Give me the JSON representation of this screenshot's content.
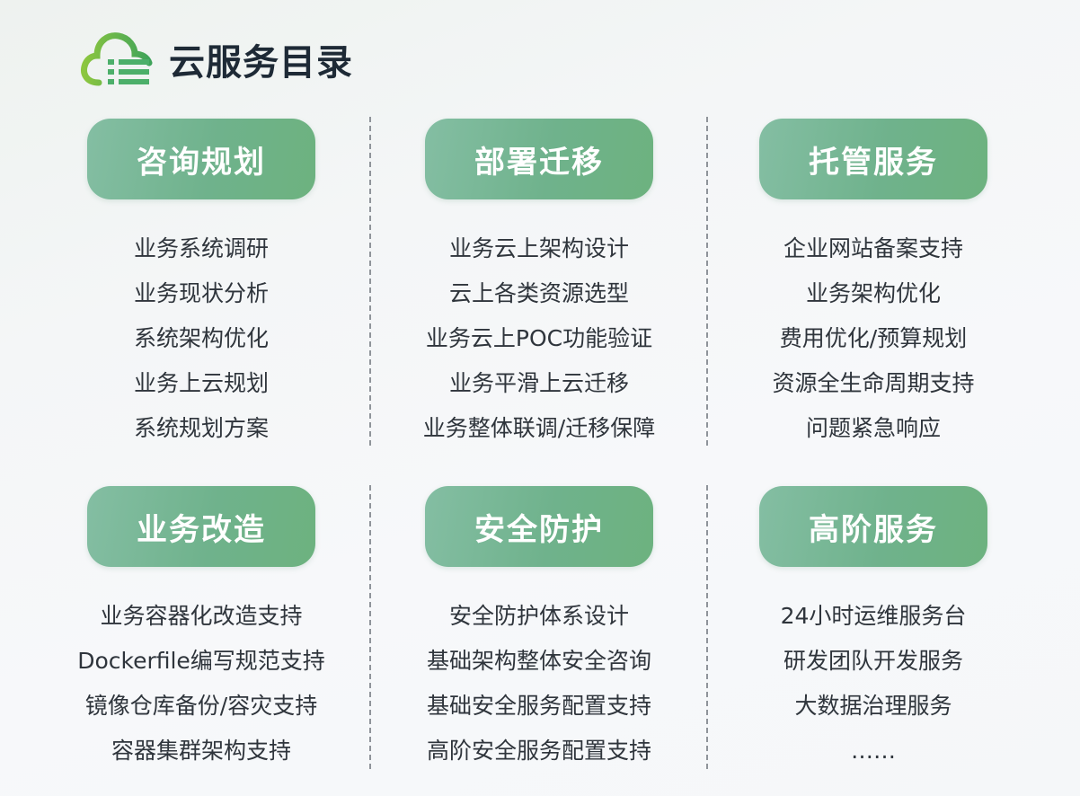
{
  "header": {
    "title": "云服务目录",
    "logo_icon": "cloud-list-icon",
    "colors": {
      "cloud_light": "#8cc63f",
      "cloud_dark": "#3fa35a",
      "list": "#4caf6a"
    }
  },
  "badge_colors": {
    "start": "#84bea3",
    "end": "#6db27f",
    "text": "#ffffff"
  },
  "sections": [
    {
      "title": "咨询规划",
      "items": [
        "业务系统调研",
        "业务现状分析",
        "系统架构优化",
        "业务上云规划",
        "系统规划方案"
      ]
    },
    {
      "title": "部署迁移",
      "items": [
        "业务云上架构设计",
        "云上各类资源选型",
        "业务云上POC功能验证",
        "业务平滑上云迁移",
        "业务整体联调/迁移保障"
      ]
    },
    {
      "title": "托管服务",
      "items": [
        "企业网站备案支持",
        "业务架构优化",
        "费用优化/预算规划",
        "资源全生命周期支持",
        "问题紧急响应"
      ]
    },
    {
      "title": "业务改造",
      "items": [
        "业务容器化改造支持",
        "Dockerfile编写规范支持",
        "镜像仓库备份/容灾支持",
        "容器集群架构支持"
      ]
    },
    {
      "title": "安全防护",
      "items": [
        "安全防护体系设计",
        "基础架构整体安全咨询",
        "基础安全服务配置支持",
        "高阶安全服务配置支持"
      ]
    },
    {
      "title": "高阶服务",
      "items": [
        "24小时运维服务台",
        "研发团队开发服务",
        "大数据治理服务",
        "……"
      ]
    }
  ]
}
